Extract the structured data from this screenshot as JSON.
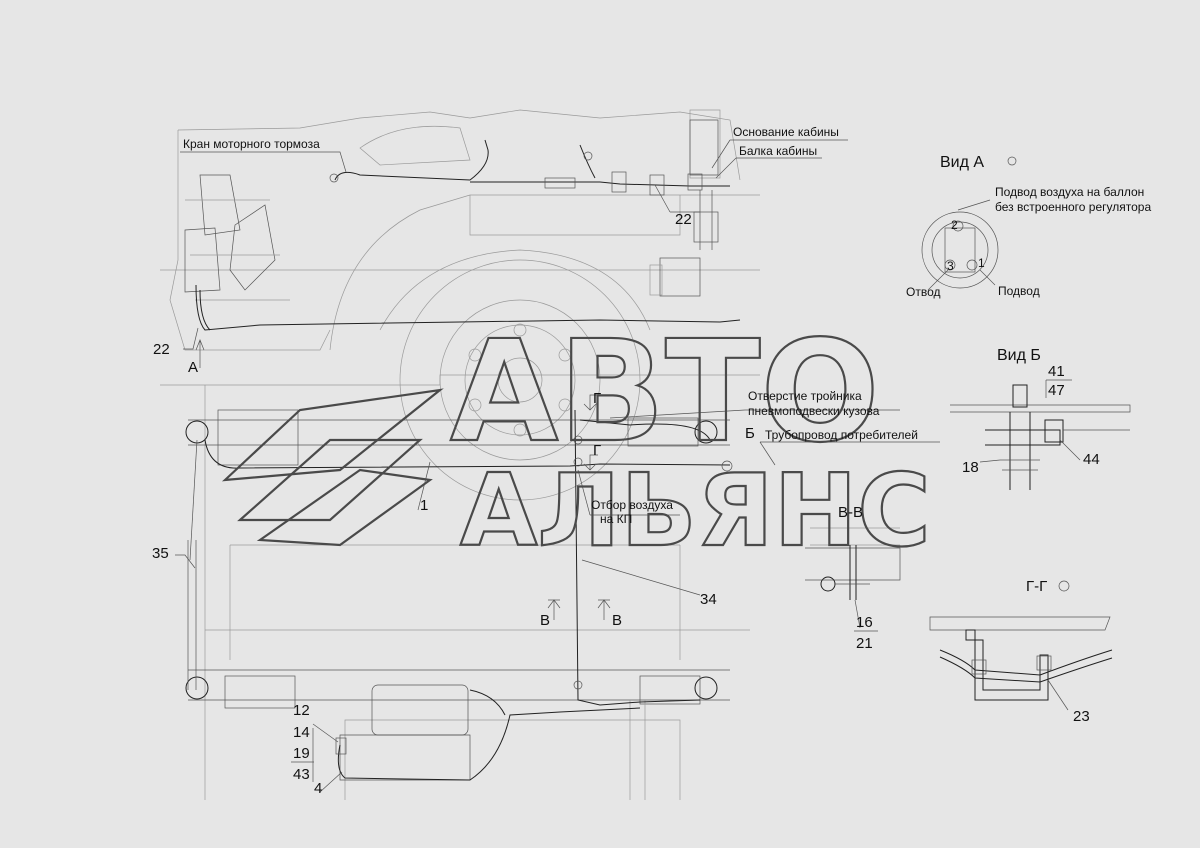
{
  "callouts": {
    "engine_brake_valve": "Кран моторного тормоза",
    "cab_base": "Основание кабины",
    "cab_beam": "Балка кабины",
    "view_a": "Вид А",
    "air_supply_balloon_1": "Подвод воздуха на баллон",
    "air_supply_balloon_2": "без встроенного регулятора",
    "outlet": "Отвод",
    "inlet": "Подвод",
    "view_b": "Вид Б",
    "tee_hole_1": "Отверстие тройника",
    "tee_hole_2": "пневмоподвески кузова",
    "consumer_pipeline": "Трубопровод потребителей",
    "air_take_1": "Отбор воздуха",
    "air_take_2": "на КП",
    "section_vv": "В-В",
    "section_gg": "Г-Г",
    "mark_a": "А",
    "mark_b": "Б",
    "mark_g_top": "Г",
    "mark_g_bottom": "Г",
    "mark_v_left": "В",
    "mark_v_right": "В"
  },
  "view_a_ports": [
    "2",
    "3",
    "1"
  ],
  "positions": {
    "p22_top": "22",
    "p22_left": "22",
    "p1": "1",
    "p35": "35",
    "p34": "34",
    "p41": "41",
    "p47": "47",
    "p18": "18",
    "p44": "44",
    "p16": "16",
    "p21": "21",
    "p23": "23",
    "p12": "12",
    "p14": "14",
    "p19": "19",
    "p43": "43",
    "p4": "4"
  },
  "watermark": {
    "line1": "АВТО",
    "line2": "АЛЬЯНС"
  }
}
